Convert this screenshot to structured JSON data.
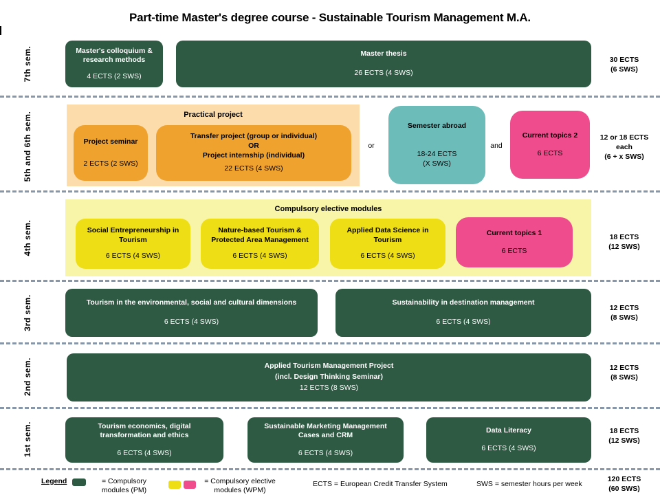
{
  "title": "Part-time Master's degree course - Sustainable Tourism Management M.A.",
  "colors": {
    "compulsory_green": "#2e5a43",
    "practical_container": "#fbdcaa",
    "practical_orange": "#f0a22f",
    "semester_abroad_teal": "#6cbcba",
    "current_topics_pink": "#ee4c8d",
    "elective_container": "#f8f5a8",
    "elective_yellow": "#eede16",
    "separator_dash": "#8797a9"
  },
  "rows": {
    "sem7": {
      "label": "7th sem.",
      "colloquium": {
        "title": "Master's colloquium & research methods",
        "ects": "4 ECTS (2 SWS)"
      },
      "thesis": {
        "title": "Master thesis",
        "ects": "26 ECTS (4 SWS)"
      },
      "total": [
        "30 ECTS",
        "(6 SWS)"
      ]
    },
    "sem56": {
      "label": "5th and 6th sem.",
      "container_title": "Practical project",
      "project_seminar": {
        "title": "Project seminar",
        "ects": "2 ECTS (2 SWS)"
      },
      "transfer": {
        "line1": "Transfer project (group or individual)",
        "line2": "OR",
        "line3": "Project internship (individual)",
        "ects": "22 ECTS (4 SWS)"
      },
      "or_label": "or",
      "abroad": {
        "title": "Semester abroad",
        "ects": "18-24 ECTS",
        "sws": "(X SWS)"
      },
      "and_label": "and",
      "current_topics2": {
        "title": "Current topics 2",
        "ects": "6 ECTS"
      },
      "total": [
        "12 or 18 ECTS",
        "each",
        "(6 + x SWS)"
      ]
    },
    "sem4": {
      "label": "4th sem.",
      "container_title": "Compulsory elective modules",
      "social": {
        "title": "Social Entrepreneurship in Tourism",
        "ects": "6 ECTS (4 SWS)"
      },
      "nature": {
        "title": "Nature-based Tourism & Protected Area Management",
        "ects": "6 ECTS (4 SWS)"
      },
      "data_science": {
        "title": "Applied Data Science in Tourism",
        "ects": "6 ECTS (4 SWS)"
      },
      "current_topics1": {
        "title": "Current topics 1",
        "ects": "6 ECTS"
      },
      "total": [
        "18 ECTS",
        "(12 SWS)"
      ]
    },
    "sem3": {
      "label": "3rd sem.",
      "dimensions": {
        "title": "Tourism in the environmental, social and cultural dimensions",
        "ects": "6 ECTS (4 SWS)"
      },
      "destination": {
        "title": "Sustainability in destination management",
        "ects": "6 ECTS (4 SWS)"
      },
      "total": [
        "12 ECTS",
        "(8 SWS)"
      ]
    },
    "sem2": {
      "label": "2nd sem.",
      "project": {
        "line1": "Applied Tourism Management Project",
        "line2": "(incl. Design Thinking Seminar)",
        "ects": "12 ECTS (8 SWS)"
      },
      "total": [
        "12 ECTS",
        "(8 SWS)"
      ]
    },
    "sem1": {
      "label": "1st sem.",
      "economics": {
        "title": "Tourism economics, digital transformation and ethics",
        "ects": "6 ECTS (4 SWS)"
      },
      "marketing": {
        "title": "Sustainable Marketing Management Cases and CRM",
        "ects": "6 ECTS (4 SWS)"
      },
      "data_literacy": {
        "title": "Data Literacy",
        "ects": "6 ECTS (4 SWS)"
      },
      "total": [
        "18 ECTS",
        "(12 SWS)"
      ]
    }
  },
  "legend": {
    "label": "Legend",
    "compulsory": "= Compulsory modules (PM)",
    "elective": "= Compulsory elective modules (WPM)",
    "ects_def": "ECTS = European Credit Transfer System",
    "sws_def": "SWS = semester hours per week",
    "total": [
      "120 ECTS",
      "(60 SWS)"
    ]
  }
}
